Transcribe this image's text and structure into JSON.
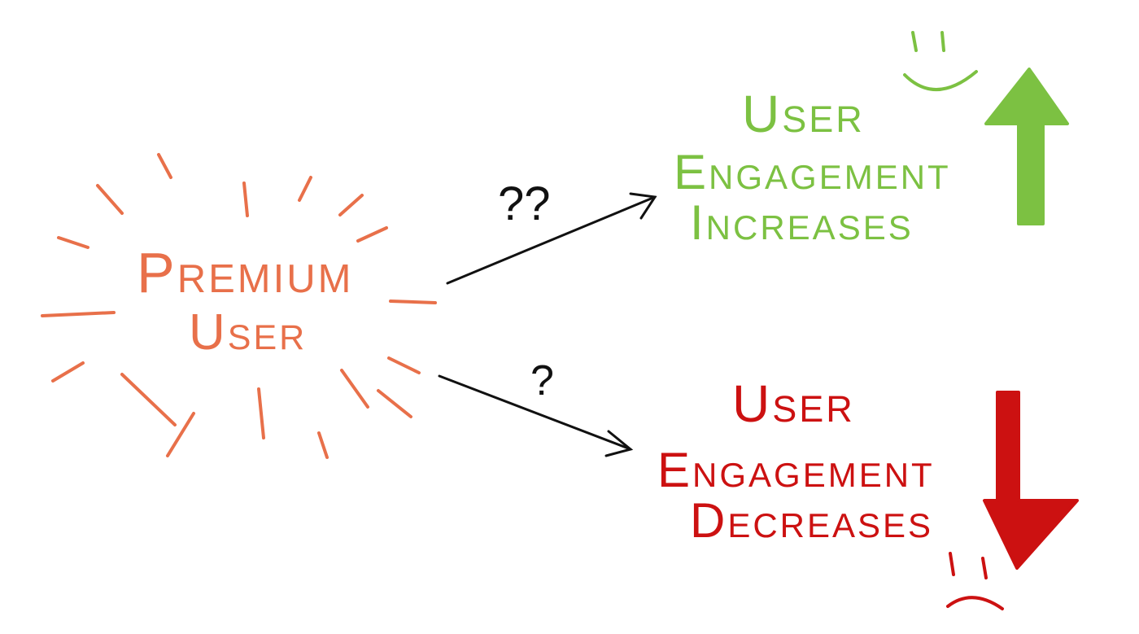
{
  "center": {
    "line1": "Premium",
    "line2": "User"
  },
  "up_branch": {
    "question": "??",
    "line1": "User",
    "line2": "Engagement",
    "line3": "Increases"
  },
  "down_branch": {
    "question": "?",
    "line1": "User",
    "line2": "Engagement",
    "line3": "Decreases"
  },
  "colors": {
    "center": "#e8704a",
    "increase": "#7cc142",
    "decrease": "#cc1111",
    "ink": "#111111"
  },
  "icons": {
    "happy": "smiley-face-icon",
    "sad": "sad-face-icon",
    "up": "up-arrow-icon",
    "down": "down-arrow-icon"
  }
}
